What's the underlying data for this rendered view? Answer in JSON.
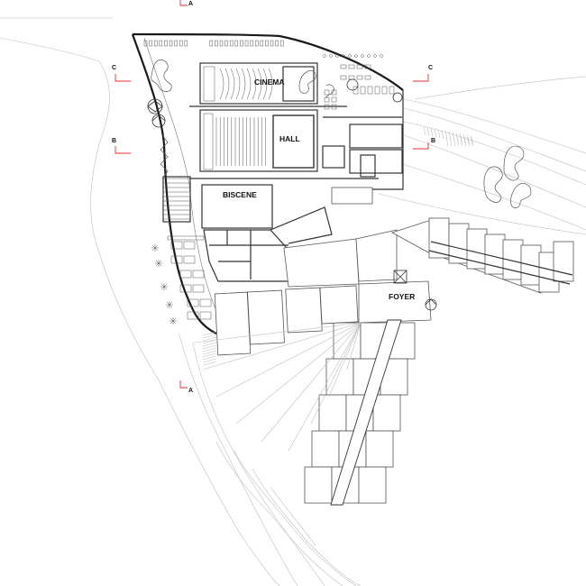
{
  "rooms": {
    "cinema": "CINEMA",
    "hall": "HALL",
    "biscene": "BISCENE",
    "foyer": "FOYER"
  },
  "section_marks": {
    "a": "A",
    "b": "B",
    "c": "C"
  },
  "colors": {
    "wall": "#1a1a1a",
    "thin_line": "#bdbdbd",
    "section_mark": "#d33333"
  }
}
